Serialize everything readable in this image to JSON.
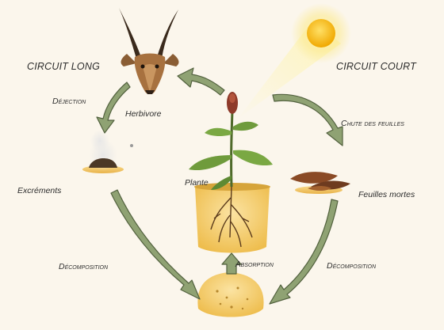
{
  "labels": {
    "circuit_long": "CIRCUIT LONG",
    "circuit_court": "CIRCUIT COURT",
    "dejection": "Déjection",
    "herbivore": "Herbivore",
    "chute_feuilles": "Chute des feuilles",
    "plante": "Plante",
    "excrements": "Excréments",
    "feuilles_mortes": "Feuilles mortes",
    "absorption": "Absorption",
    "decomposition_left": "Décomposition",
    "decomposition_right": "Décomposition"
  },
  "colors": {
    "arrow_fill": "#8fa273",
    "arrow_stroke": "#52613e",
    "soil": "#f0c45a",
    "soil_dark": "#d6a43a",
    "sun": "#f7c21c",
    "leaf": "#6f9b3c",
    "background": "#fbf6ec"
  },
  "icons": {
    "sun": "sun-icon",
    "herbivore": "antelope-head-icon",
    "plant": "plant-with-roots-icon",
    "excrements": "dung-icon",
    "dead_leaves": "dead-leaves-icon",
    "soil": "soil-mound-icon"
  }
}
